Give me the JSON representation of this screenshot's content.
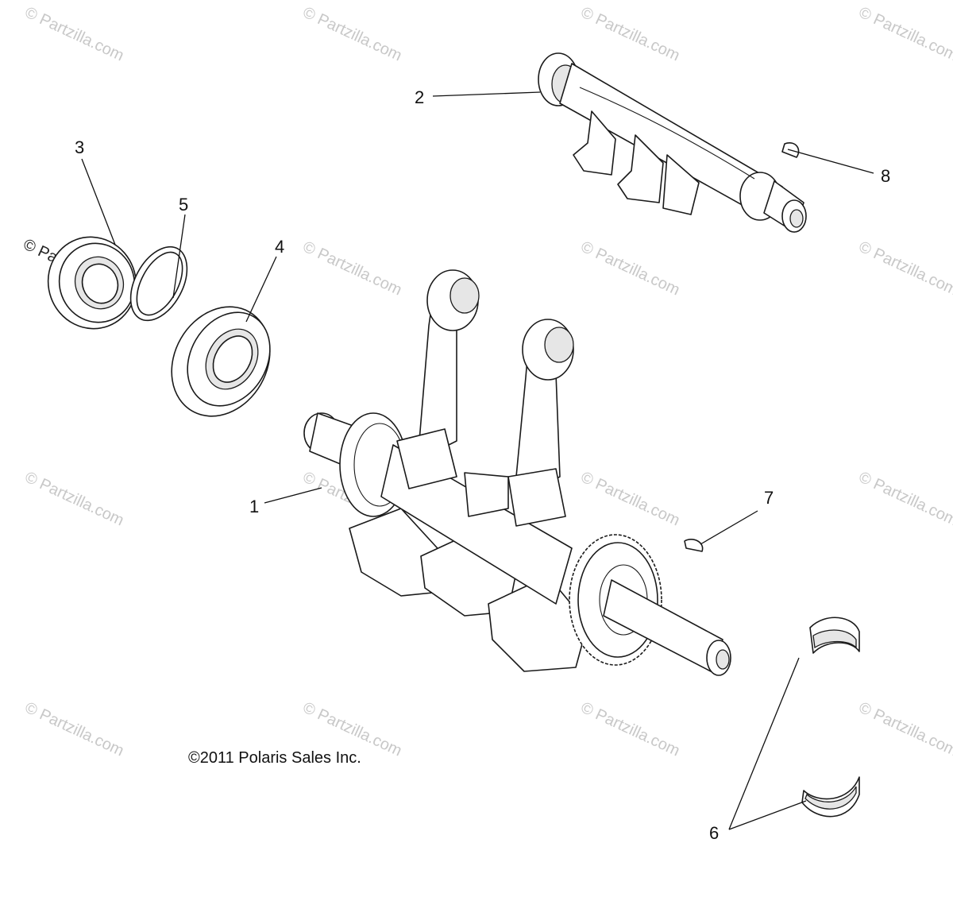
{
  "callouts": [
    {
      "id": "1",
      "label": "1"
    },
    {
      "id": "2",
      "label": "2"
    },
    {
      "id": "3",
      "label": "3"
    },
    {
      "id": "4",
      "label": "4"
    },
    {
      "id": "5",
      "label": "5"
    },
    {
      "id": "6",
      "label": "6"
    },
    {
      "id": "7",
      "label": "7"
    },
    {
      "id": "8",
      "label": "8"
    }
  ],
  "copyright": "©2011 Polaris Sales Inc.",
  "watermark": "© Partzilla.com",
  "colors": {
    "line": "#1a1a1a",
    "watermark": "#c8c8c8",
    "background": "#ffffff"
  }
}
